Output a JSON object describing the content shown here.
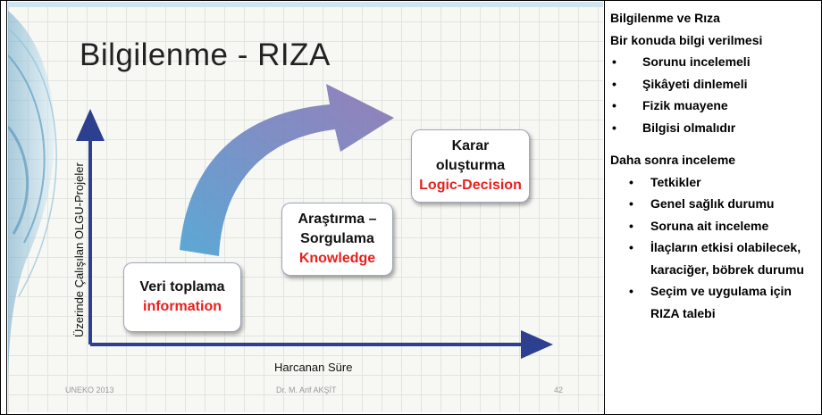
{
  "slide": {
    "title": "Bilgilenme - RIZA",
    "y_axis_label": "Üzerinde Çalışılan OLGU-Projeler",
    "x_axis_label": "Harcanan Süre",
    "boxes": [
      {
        "line1": "Veri toplama",
        "line2": "",
        "keyword": "information"
      },
      {
        "line1": "Araştırma –",
        "line2": "Sorgulama",
        "keyword": "Knowledge"
      },
      {
        "line1": "Karar",
        "line2": "oluşturma",
        "keyword": "Logic-Decision"
      }
    ],
    "keyword_color": "#e8201d",
    "arrow_color": "#7c6fb0",
    "footer": {
      "left": "UNEKO 2013",
      "center": "Dr. M. Arif AKŞİT",
      "page": "42"
    }
  },
  "notes": {
    "heading": "Bilgilenme ve Rıza",
    "subheading": "Bir konuda bilgi verilmesi",
    "list1": [
      "Sorunu incelemeli",
      "Şikâyeti dinlemeli",
      "Fizik muayene",
      "Bilgisi olmalıdır"
    ],
    "heading2": "Daha sonra inceleme",
    "list2": [
      "Tetkikler",
      "Genel sağlık durumu",
      "Soruna ait inceleme",
      "İlaçların etkisi olabilecek, karaciğer, böbrek durumu",
      "Seçim ve uygulama için RIZA talebi"
    ]
  }
}
